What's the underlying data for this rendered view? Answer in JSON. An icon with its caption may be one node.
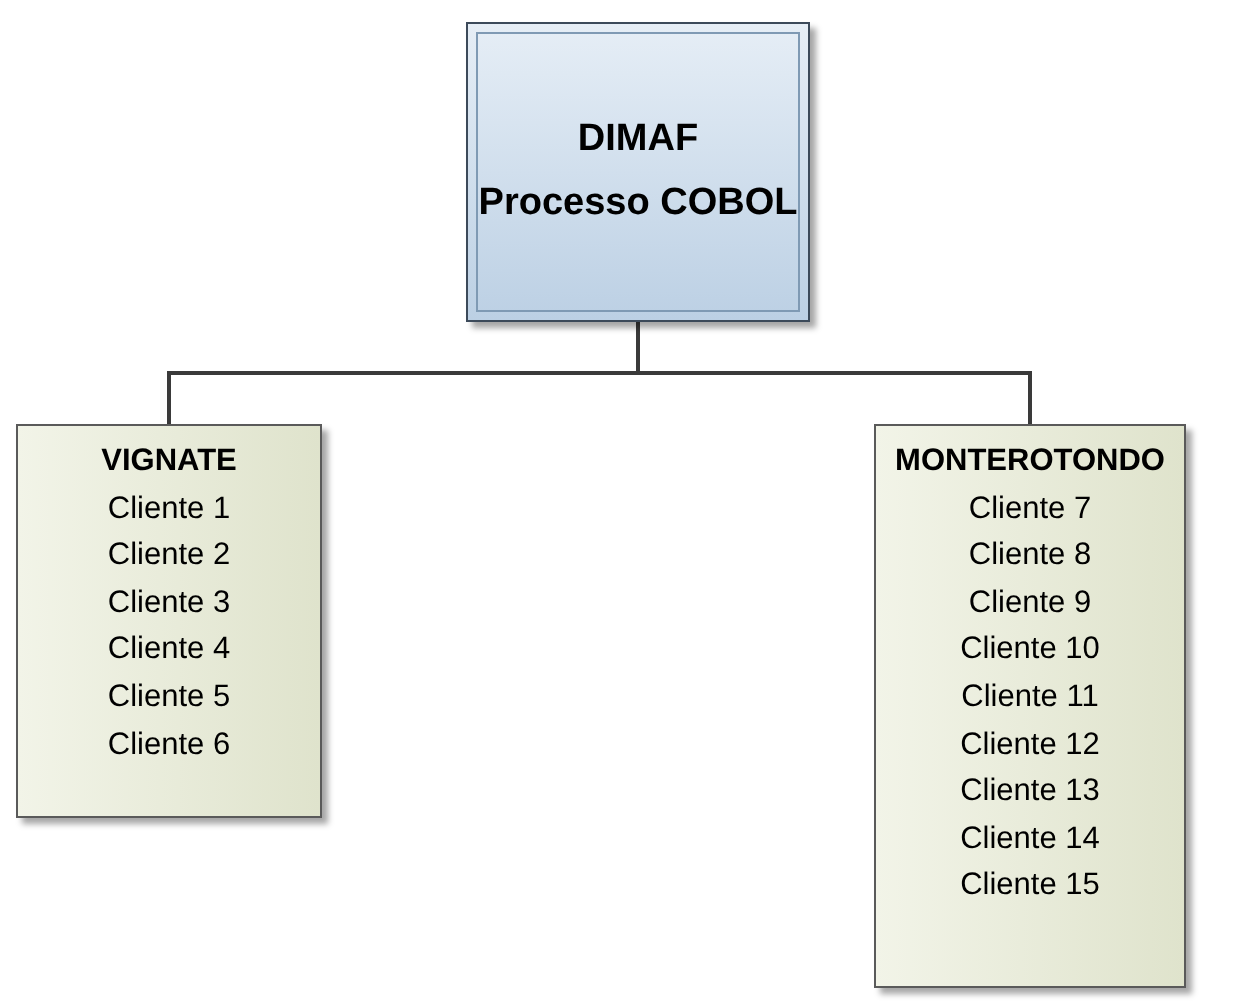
{
  "diagram": {
    "nodes": [
      {
        "text": [
          "DIMAF",
          "Processo COBOL"
        ]
      },
      {
        "text": [
          "VIGNATE",
          "Cliente 1",
          "Cliente 2",
          "Cliente 3",
          "Cliente 4",
          "Cliente 5",
          "Cliente 6"
        ]
      },
      {
        "text": [
          "MONTEROTONDO",
          "Cliente 7",
          "Cliente 8",
          "Cliente 9",
          "Cliente 10",
          "Cliente 11",
          "Cliente 12",
          "Cliente 13",
          "Cliente 14",
          "Cliente 15"
        ]
      }
    ],
    "edges": [
      {
        "from": 0,
        "to": 1,
        "arrow": "none"
      },
      {
        "from": 0,
        "to": 2,
        "arrow": "none"
      }
    ]
  }
}
